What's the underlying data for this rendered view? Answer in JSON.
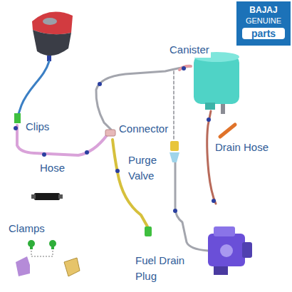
{
  "diagram": {
    "nodes": [
      {
        "text": [
          "BAJAJ",
          "GENUINE",
          "parts"
        ]
      }
    ],
    "labels": [
      "Canister",
      "Clips",
      "Connector",
      "Drain Hose",
      "Hose",
      "Purge Valve",
      "Clamps",
      "Fuel Drain Plug"
    ]
  }
}
